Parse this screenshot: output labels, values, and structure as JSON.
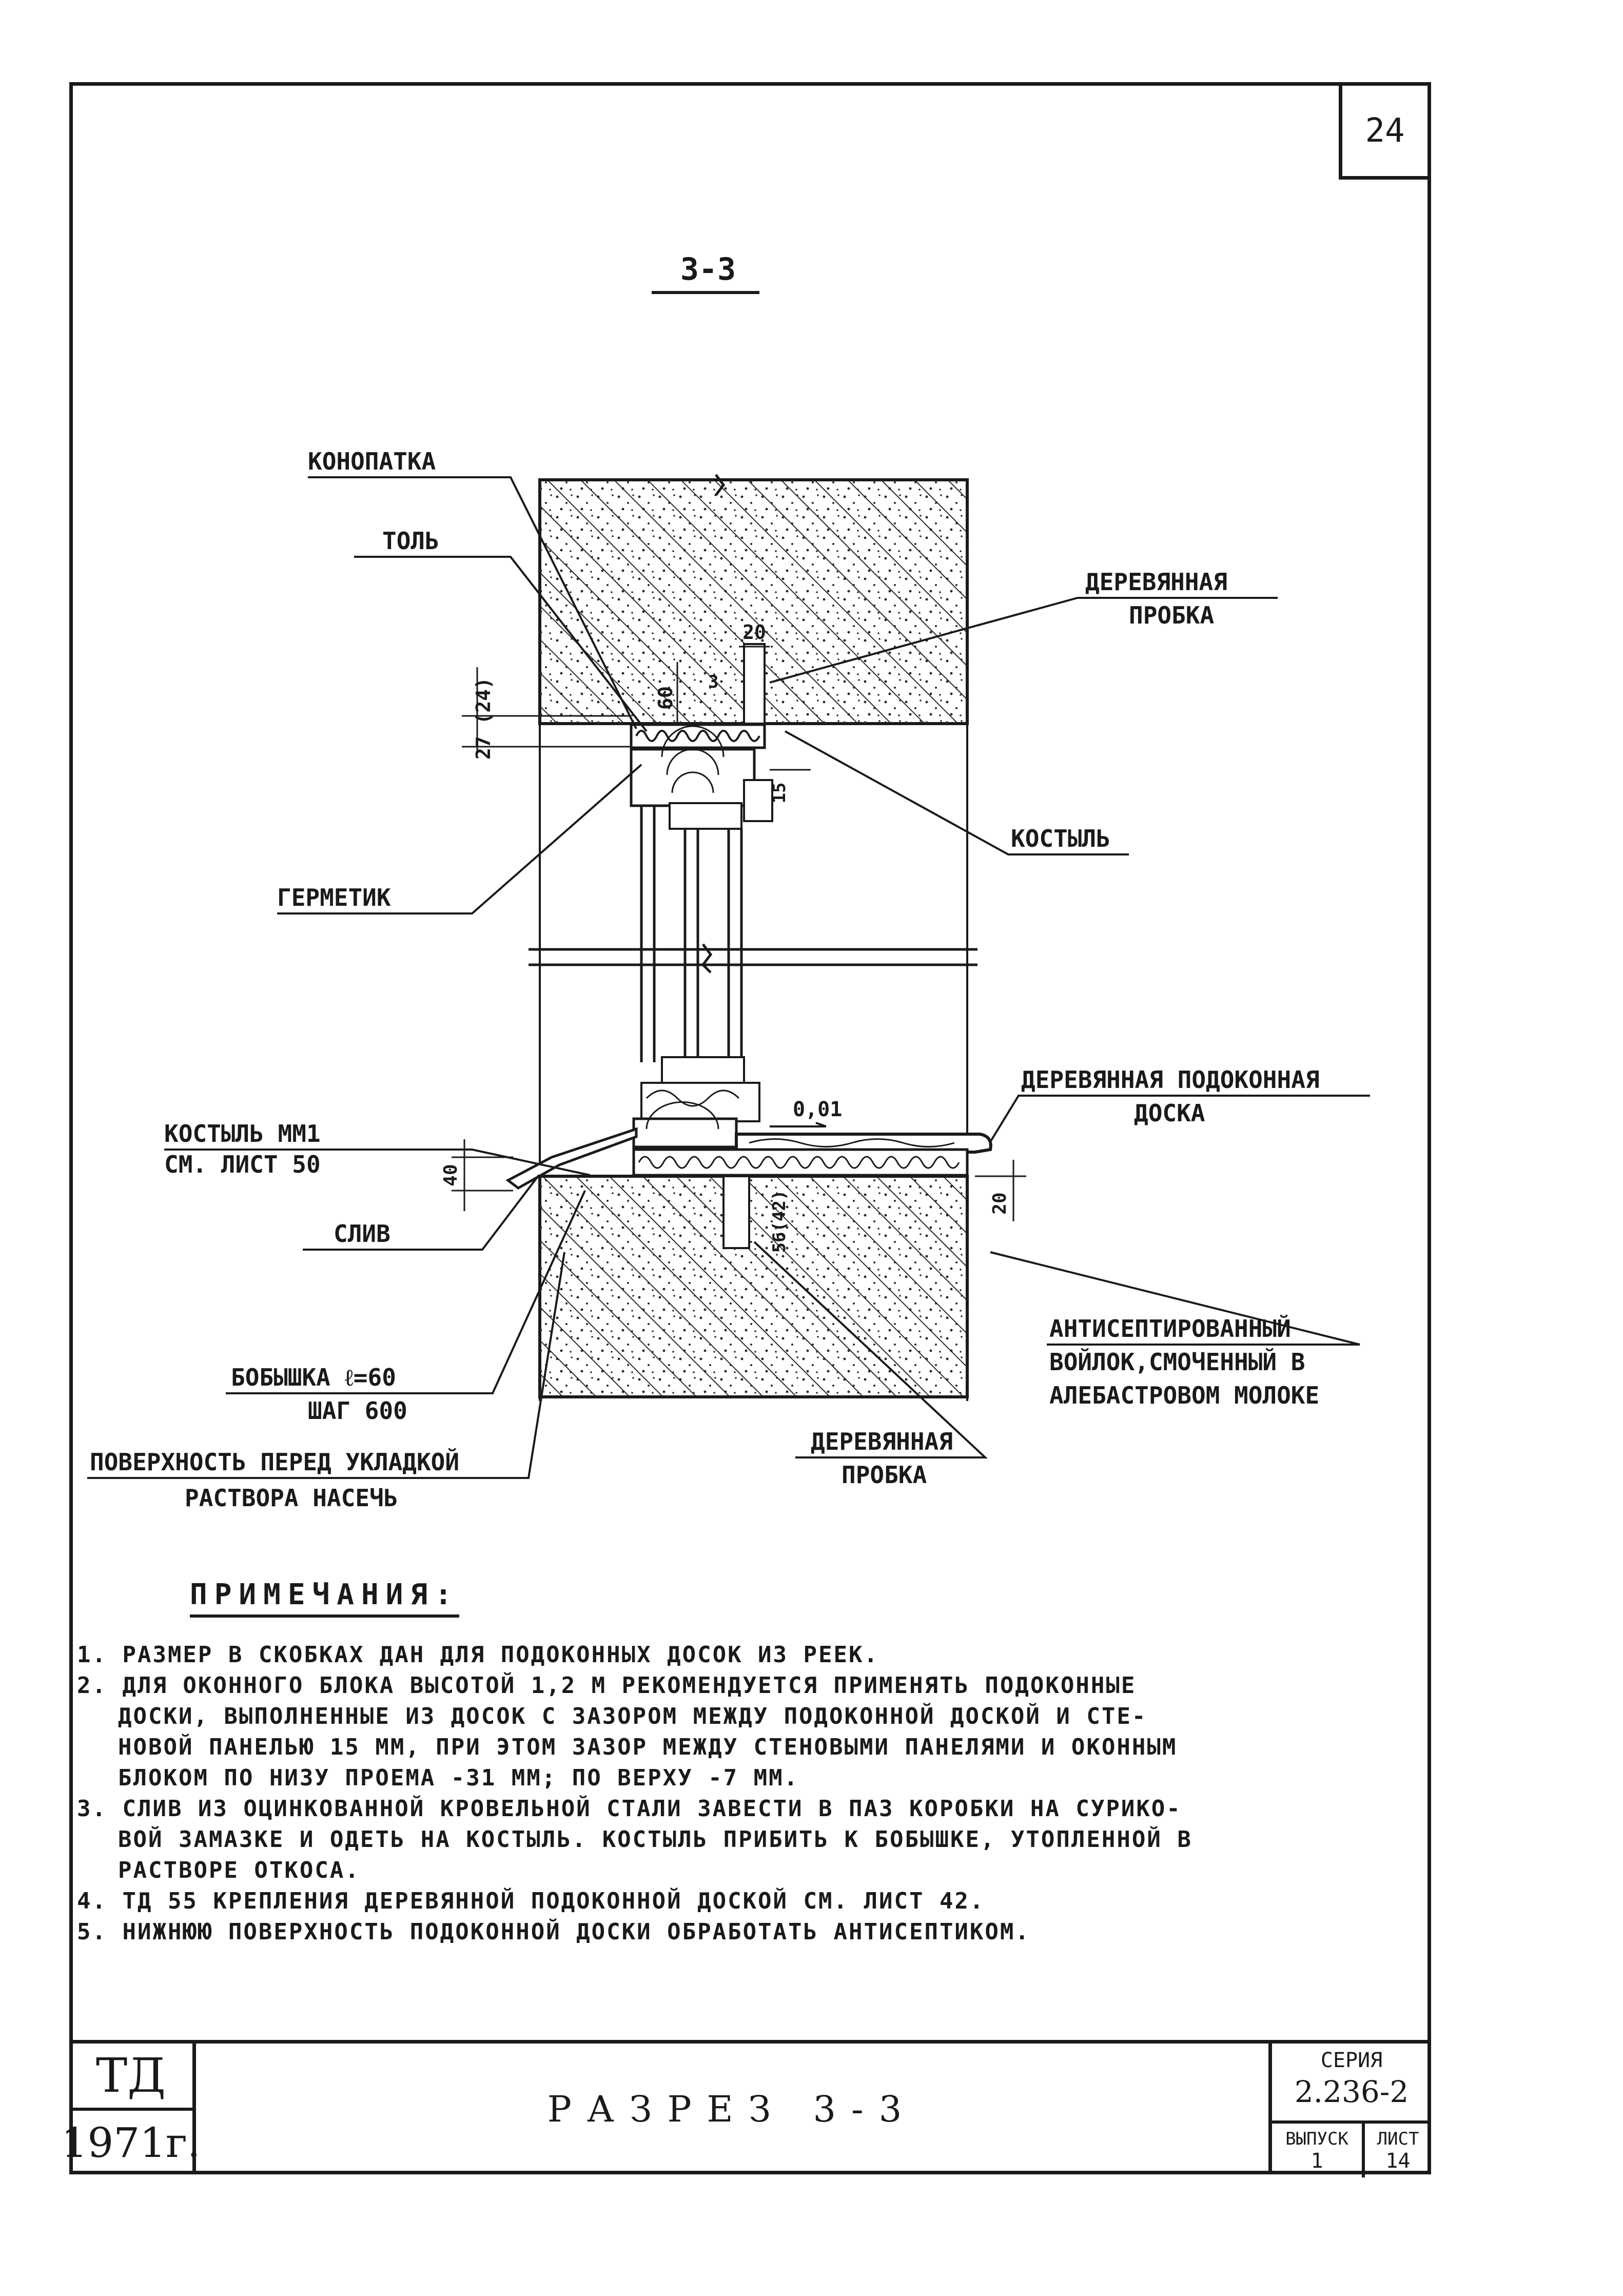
{
  "page_number": "24",
  "section_title": "3-3",
  "labels": {
    "konopatka": "КОНОПАТКА",
    "tol": "ТОЛЬ",
    "wood_plug_top_1": "ДЕРЕВЯННАЯ",
    "wood_plug_top_2": "ПРОБКА",
    "kostyl": "КОСТЫЛЬ",
    "germetik": "ГЕРМЕТИК",
    "sill_board_1": "ДЕРЕВЯННАЯ ПОДОКОННАЯ",
    "sill_board_2": "ДОСКА",
    "kostyl_mm1_1": "КОСТЫЛЬ ММ1",
    "kostyl_mm1_2": "СМ. ЛИСТ 50",
    "sliv": "СЛИВ",
    "bobyshka_1": "БОБЫШКА ℓ=60",
    "bobyshka_2": "ШАГ 600",
    "surface_1": "ПОВЕРХНОСТЬ ПЕРЕД УКЛАДКОЙ",
    "surface_2": "РАСТВОРА НАСЕЧЬ",
    "wood_plug_bot_1": "ДЕРЕВЯННАЯ",
    "wood_plug_bot_2": "ПРОБКА",
    "felt_1": "АНТИСЕПТИРОВАННЫЙ",
    "felt_2": "ВОЙЛОК,СМОЧЕННЫЙ В",
    "felt_3": "АЛЕБАСТРОВОМ МОЛОКЕ"
  },
  "dimensions": {
    "d20_top": "20",
    "d60": "60",
    "d3": "3",
    "d27": "27 (24)",
    "d15": "15",
    "d001": "0,01",
    "d40": "40",
    "d20_bot": "20",
    "d56": "56(42)"
  },
  "notes": {
    "title": "ПРИМЕЧАНИЯ:",
    "n1": "1. РАЗМЕР В СКОБКАХ ДАН ДЛЯ ПОДОКОННЫХ ДОСОК ИЗ РЕЕК.",
    "n2a": "2. ДЛЯ ОКОННОГО БЛОКА ВЫСОТОЙ 1,2 М РЕКОМЕНДУЕТСЯ ПРИМЕНЯТЬ ПОДОКОННЫЕ",
    "n2b": "ДОСКИ, ВЫПОЛНЕННЫЕ ИЗ ДОСОК С ЗАЗОРОМ МЕЖДУ ПОДОКОННОЙ ДОСКОЙ И СТЕ-",
    "n2c": "НОВОЙ ПАНЕЛЬЮ 15 ММ, ПРИ ЭТОМ ЗАЗОР МЕЖДУ СТЕНОВЫМИ ПАНЕЛЯМИ И ОКОННЫМ",
    "n2d": "БЛОКОМ ПО НИЗУ ПРОЕМА -31 ММ; ПО ВЕРХУ -7 ММ.",
    "n3a": "3. СЛИВ ИЗ ОЦИНКОВАННОЙ КРОВЕЛЬНОЙ СТАЛИ ЗАВЕСТИ В ПАЗ КОРОБКИ НА СУРИКО-",
    "n3b": "ВОЙ ЗАМАЗКЕ И ОДЕТЬ НА КОСТЫЛЬ. КОСТЫЛЬ ПРИБИТЬ К БОБЫШКЕ, УТОПЛЕННОЙ В",
    "n3c": "РАСТВОРЕ ОТКОСА.",
    "n4": "4. ТД 55 КРЕПЛЕНИЯ ДЕРЕВЯННОЙ ПОДОКОННОЙ ДОСКОЙ СМ. ЛИСТ 42.",
    "n5": "5. НИЖНЮЮ ПОВЕРХНОСТЬ ПОДОКОННОЙ ДОСКИ ОБРАБОТАТЬ АНТИСЕПТИКОМ."
  },
  "stamp": {
    "org": "ТД",
    "year": "1971г.",
    "title": "РАЗРЕЗ 3-3",
    "series_label": "СЕРИЯ",
    "series_value": "2.236-2",
    "issue_label": "ВЫПУСК",
    "issue_value": "1",
    "sheet_label": "ЛИСТ",
    "sheet_value": "14"
  }
}
